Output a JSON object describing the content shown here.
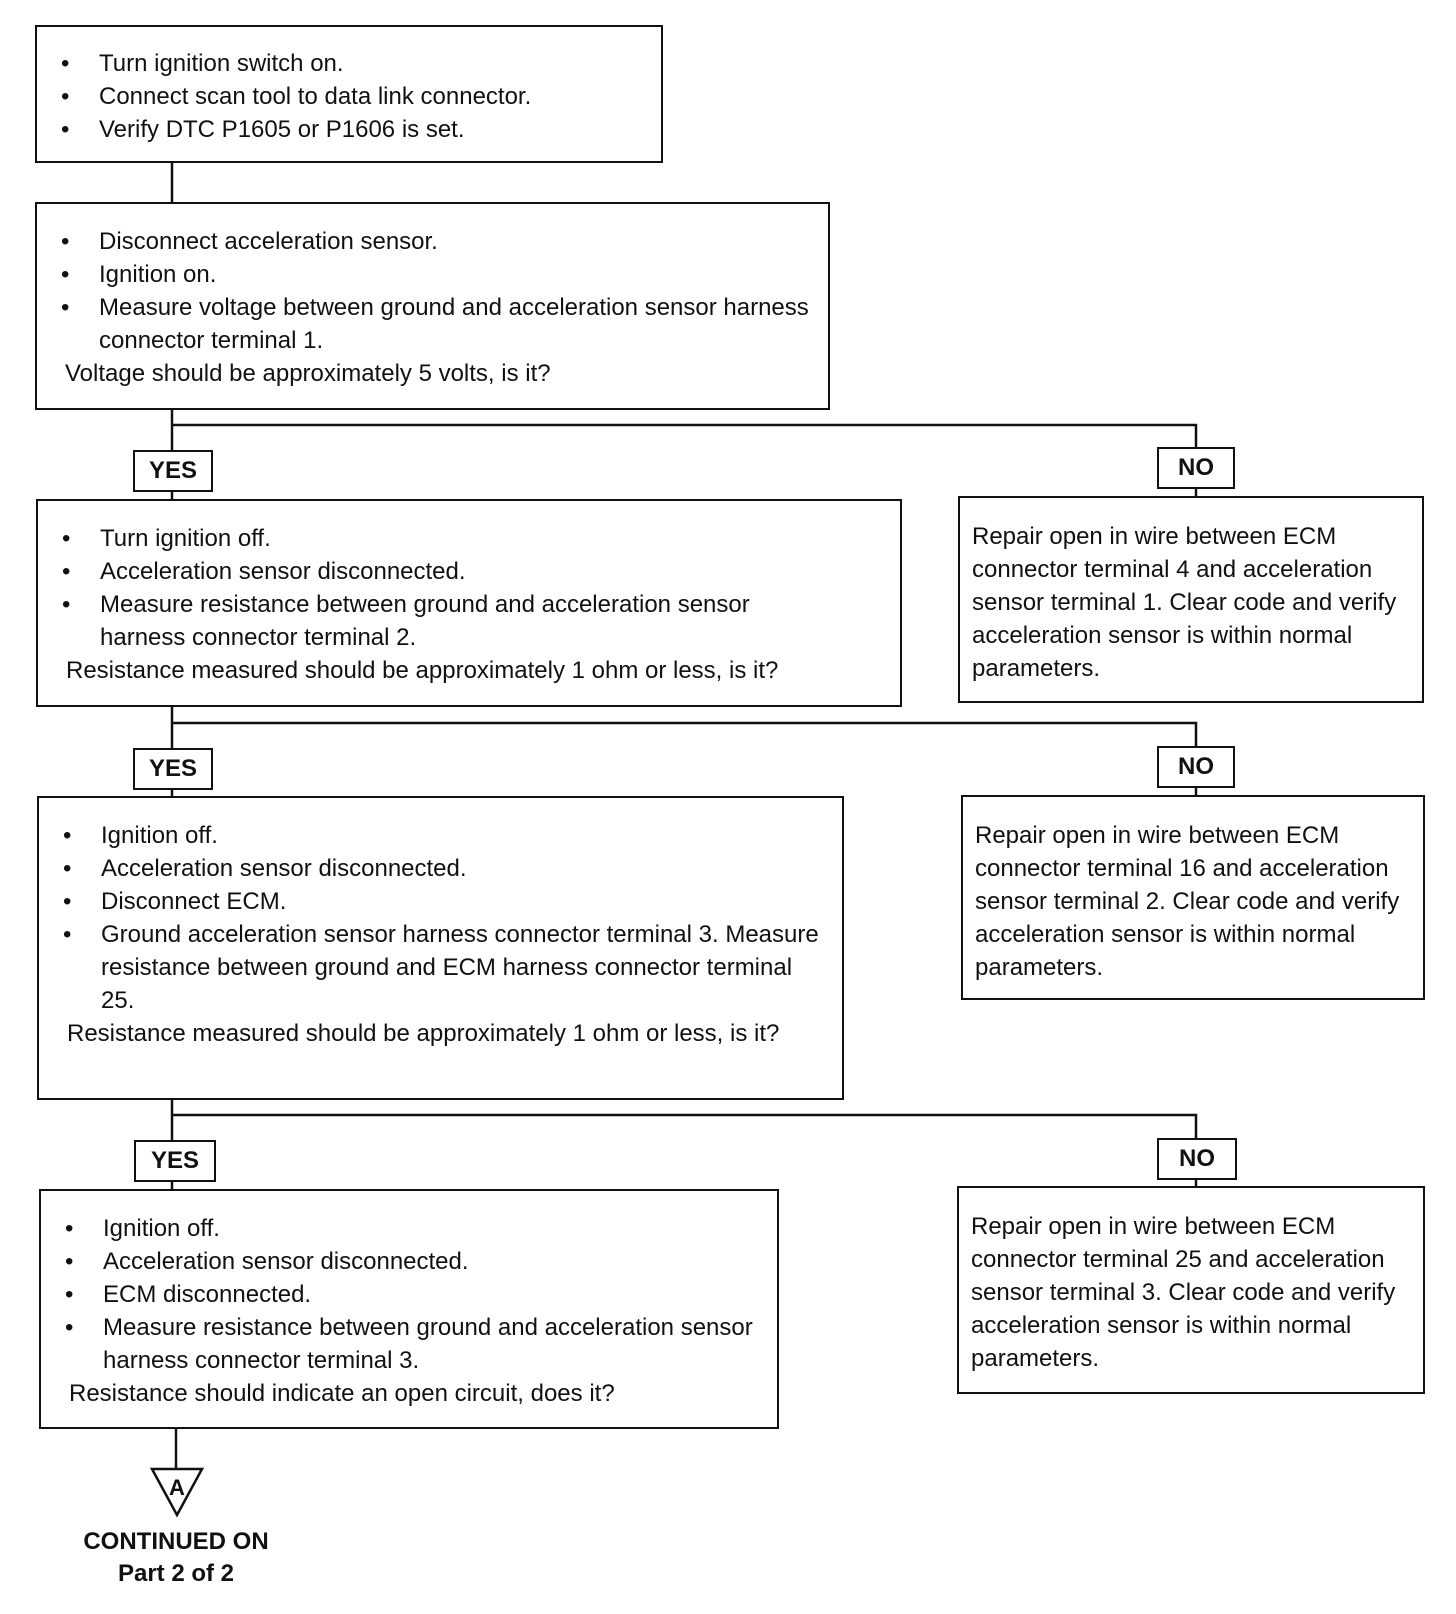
{
  "step1": {
    "bullets": [
      "Turn ignition switch on.",
      "Connect scan tool to data link connector.",
      "Verify DTC P1605 or P1606 is set."
    ]
  },
  "step2": {
    "bullets": [
      "Disconnect acceleration sensor.",
      "Ignition on.",
      "Measure voltage between ground and acceleration sensor harness connector terminal 1."
    ],
    "question": "Voltage should be approximately 5 volts, is it?"
  },
  "step3": {
    "bullets": [
      "Turn ignition off.",
      "Acceleration sensor disconnected.",
      "Measure resistance between ground and acceleration sensor harness connector terminal 2."
    ],
    "question": "Resistance measured should be approximately 1 ohm or less, is it?"
  },
  "step4": {
    "bullets": [
      "Ignition off.",
      "Acceleration sensor disconnected.",
      "Disconnect ECM.",
      "Ground acceleration sensor harness connector terminal 3. Measure resistance between ground and ECM harness connector terminal 25."
    ],
    "question": "Resistance measured should be approximately 1 ohm or less, is it?"
  },
  "step5": {
    "bullets": [
      "Ignition off.",
      "Acceleration sensor disconnected.",
      "ECM disconnected.",
      "Measure resistance between ground and acceleration sensor harness connector terminal 3."
    ],
    "question": "Resistance should indicate an open circuit, does it?"
  },
  "no1": "Repair open in wire between ECM connector terminal 4 and acceleration sensor terminal 1. Clear code and verify acceleration sensor is within normal parameters.",
  "no2": "Repair open in wire between ECM connector terminal 16 and acceleration sensor terminal 2. Clear code and verify acceleration sensor is within normal parameters.",
  "no3": "Repair open in wire between ECM connector terminal 25 and acceleration sensor terminal 3. Clear code and verify acceleration sensor is within normal parameters.",
  "labels": {
    "yes": "YES",
    "no": "NO"
  },
  "connector": {
    "letter": "A",
    "line1": "CONTINUED ON",
    "line2": "Part 2 of 2"
  }
}
